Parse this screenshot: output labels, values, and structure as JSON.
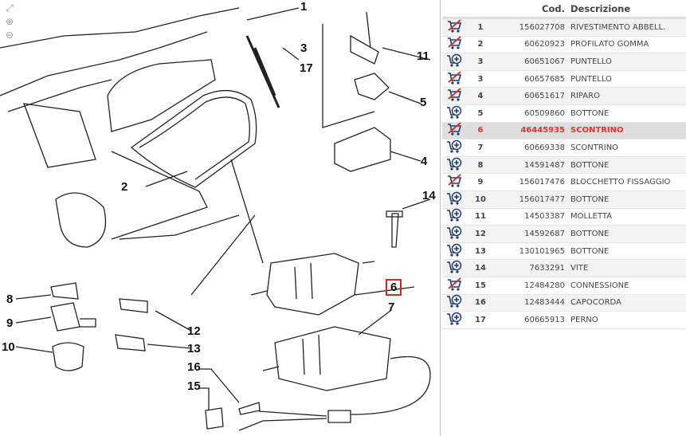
{
  "toolbar": {
    "fit": "fit-icon",
    "zoom_in": "zoom-in-icon",
    "zoom_out": "zoom-out-icon"
  },
  "diagram": {
    "callouts": [
      "1",
      "3",
      "17",
      "11",
      "5",
      "4",
      "2",
      "14",
      "6",
      "7",
      "8",
      "9",
      "10",
      "12",
      "13",
      "16",
      "15"
    ],
    "selected": "6"
  },
  "table": {
    "headers": {
      "code": "Cod.",
      "desc": "Descrizione"
    },
    "rows": [
      {
        "n": "1",
        "code": "156027708",
        "desc": "RIVESTIMENTO ABBELL.",
        "avail": false
      },
      {
        "n": "2",
        "code": "60620923",
        "desc": "PROFILATO GOMMA",
        "avail": false
      },
      {
        "n": "3",
        "code": "60651067",
        "desc": "PUNTELLO",
        "avail": true
      },
      {
        "n": "3",
        "code": "60657685",
        "desc": "PUNTELLO",
        "avail": false
      },
      {
        "n": "4",
        "code": "60651617",
        "desc": "RIPARO",
        "avail": false
      },
      {
        "n": "5",
        "code": "60509860",
        "desc": "BOTTONE",
        "avail": true
      },
      {
        "n": "6",
        "code": "46445935",
        "desc": "SCONTRINO",
        "avail": false,
        "selected": true
      },
      {
        "n": "7",
        "code": "60669338",
        "desc": "SCONTRINO",
        "avail": true
      },
      {
        "n": "8",
        "code": "14591487",
        "desc": "BOTTONE",
        "avail": true
      },
      {
        "n": "9",
        "code": "156017476",
        "desc": "BLOCCHETTO FISSAGGIO",
        "avail": false
      },
      {
        "n": "10",
        "code": "156017477",
        "desc": "BOTTONE",
        "avail": true
      },
      {
        "n": "11",
        "code": "14503387",
        "desc": "MOLLETTA",
        "avail": true
      },
      {
        "n": "12",
        "code": "14592687",
        "desc": "BOTTONE",
        "avail": true
      },
      {
        "n": "13",
        "code": "130101965",
        "desc": "BOTTONE",
        "avail": true
      },
      {
        "n": "14",
        "code": "7633291",
        "desc": "VITE",
        "avail": true
      },
      {
        "n": "15",
        "code": "12484280",
        "desc": "CONNESSIONE",
        "avail": false
      },
      {
        "n": "16",
        "code": "12483444",
        "desc": "CAPOCORDA",
        "avail": true
      },
      {
        "n": "17",
        "code": "60665913",
        "desc": "PERNO",
        "avail": true
      }
    ]
  },
  "colors": {
    "selected": "#d33",
    "cart": "#1d3a6e",
    "unavailable": "#c33"
  }
}
